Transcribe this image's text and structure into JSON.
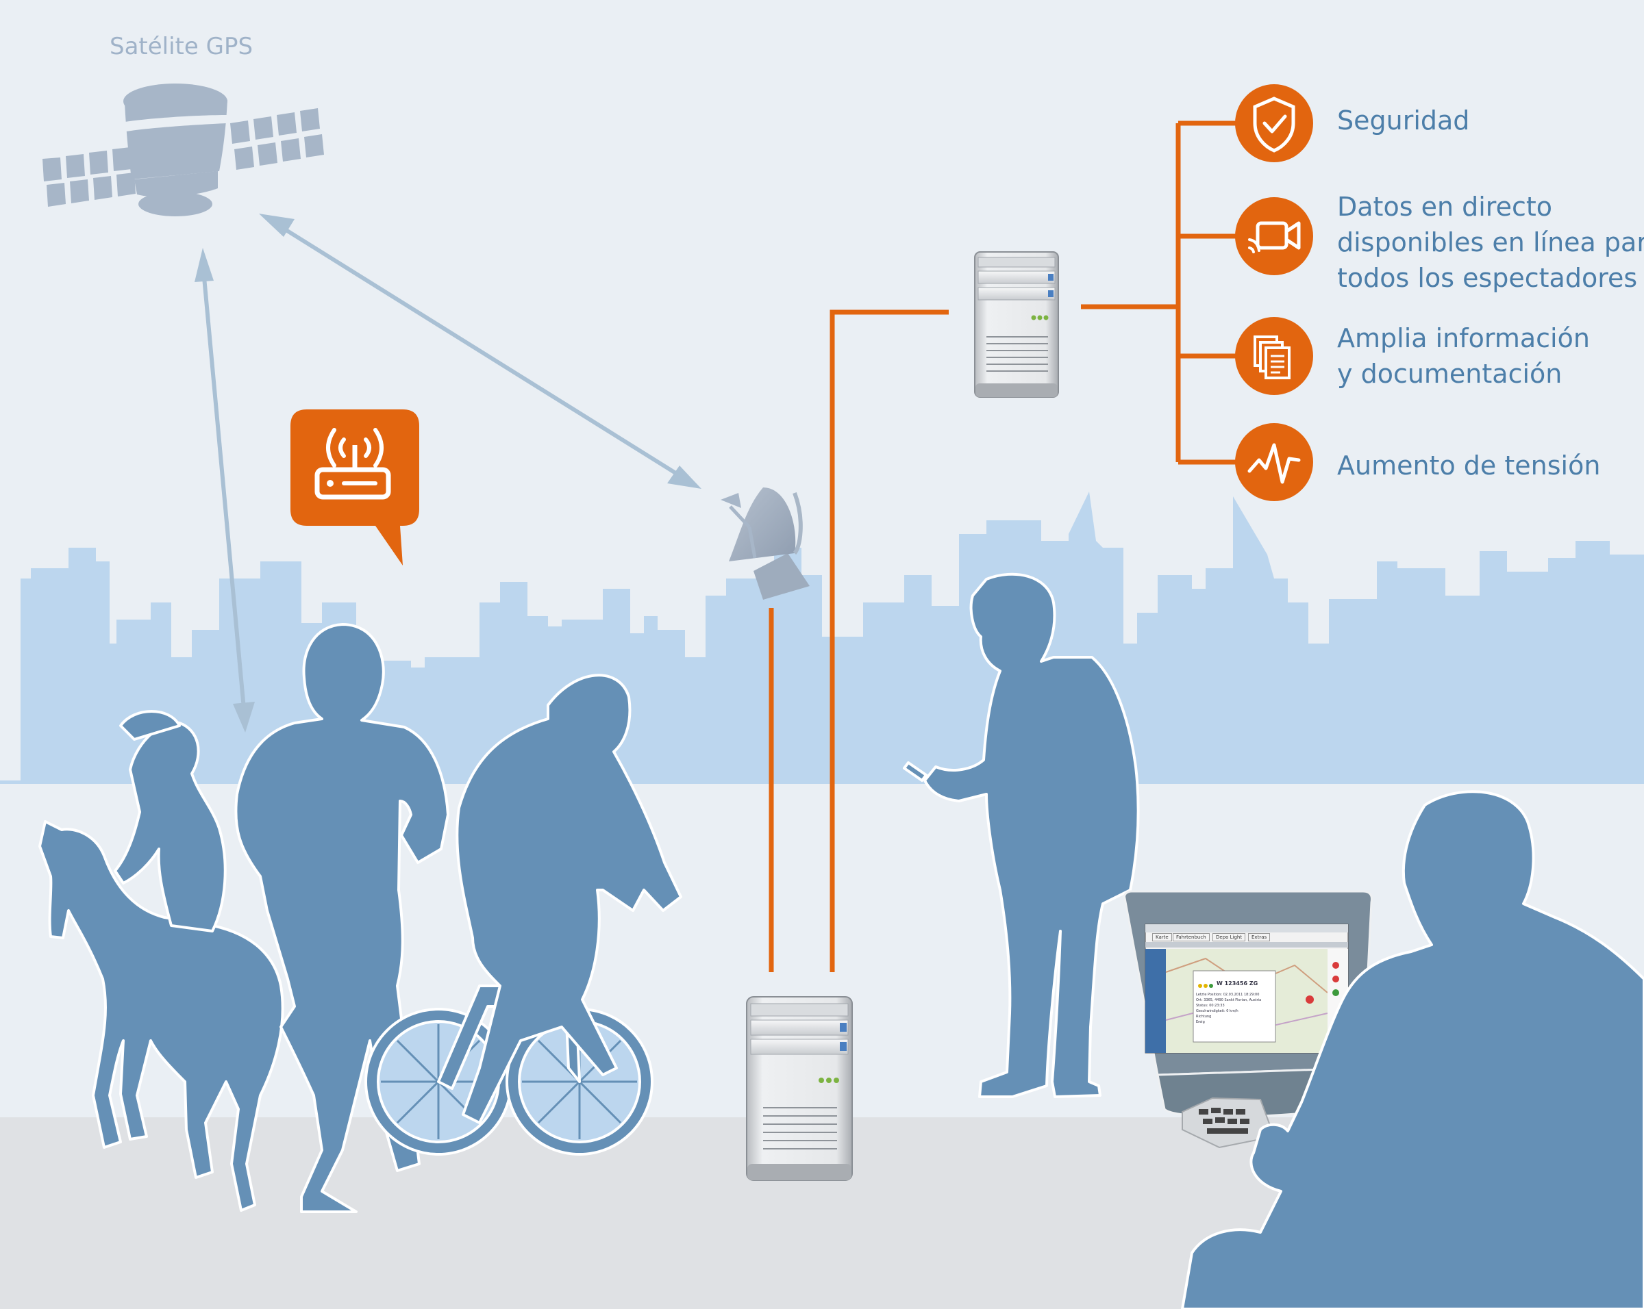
{
  "satellite": {
    "label": "Satélite GPS",
    "icon": "satellite-icon"
  },
  "features": [
    {
      "icon": "shield-check-icon",
      "lines": [
        "Seguridad"
      ]
    },
    {
      "icon": "live-camera-icon",
      "lines": [
        "Datos en directo",
        "disponibles en línea para",
        "todos los espectadores"
      ]
    },
    {
      "icon": "documents-icon",
      "lines": [
        "Amplia información",
        "y documentación"
      ]
    },
    {
      "icon": "pulse-wave-icon",
      "lines": [
        "Aumento de tensión"
      ]
    }
  ],
  "screen": {
    "tabs": [
      "Karte",
      "Fahrtenbuch",
      "Depo Light",
      "Extras"
    ],
    "popup": {
      "title": "W 123456 ZG",
      "lines": [
        "Letzte Position: 02.03.2011 18:29:00",
        "Ort: 3365, 4490 Sankt Florian, Austria",
        "Status: 00:23:33",
        "Geschwindigkeit: 0 km/h",
        "Richtung",
        "Ereig"
      ]
    }
  },
  "colors": {
    "orange": "#e2650f",
    "silhouette": "#6590b6",
    "skyline": "#bcd6ee",
    "ground": "#dfe1e4",
    "sky": "#eaeff4",
    "label_blue": "#4c7ea9",
    "satellite_gray": "#a7b6c8",
    "arrow": "#a9c0d4"
  },
  "icons": [
    "satellite-icon",
    "gps-tracker-icon",
    "satellite-dish-icon",
    "server-icon",
    "shield-check-icon",
    "live-camera-icon",
    "documents-icon",
    "pulse-wave-icon"
  ]
}
